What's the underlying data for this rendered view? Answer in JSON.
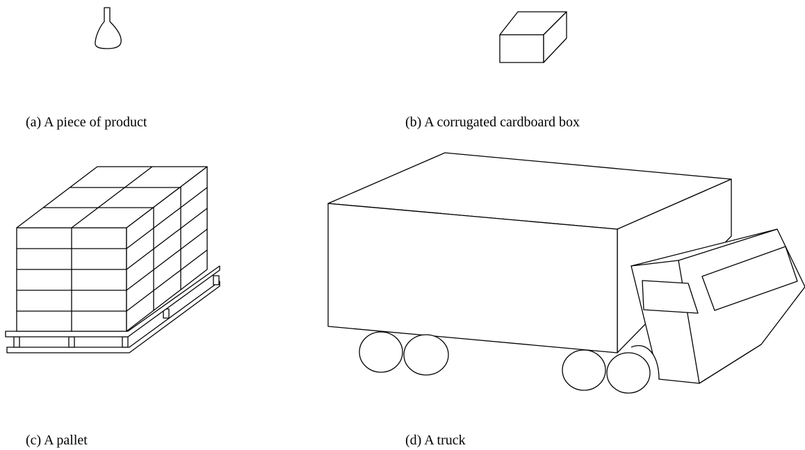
{
  "figure": {
    "captions": {
      "a": "(a) A piece of product",
      "b": "(b) A corrugated cardboard box",
      "c": "(c) A pallet",
      "d": "(d) A truck"
    }
  }
}
